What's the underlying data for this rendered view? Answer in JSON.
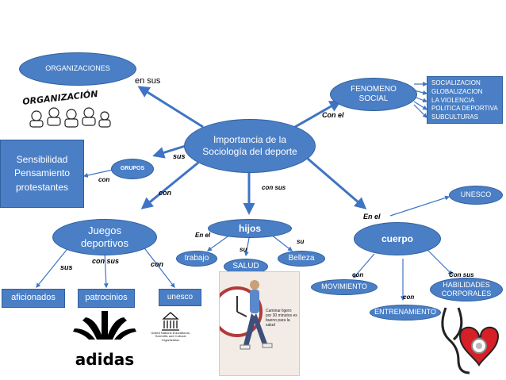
{
  "colors": {
    "node_fill": "#4a7fc6",
    "node_border": "#2f5f9e",
    "arrow": "#3f74c4"
  },
  "nodes": {
    "center": "Importancia de la Sociología del deporte",
    "organizaciones": "ORGANIZACIONES",
    "fenomeno": "FENOMENO SOCIAL",
    "sensibilidad": [
      "Sensibilidad",
      "Pensamiento",
      "protestantes"
    ],
    "grupos": "GRUPOS",
    "juegos": "Juegos deportivos",
    "hijos": "hijos",
    "cuerpo": "cuerpo",
    "unesco_right": "UNESCO",
    "aficionados": "aficionados",
    "patrocinios": "patrocinios",
    "unesco_small": "unesco",
    "trabajo": "trabajo",
    "salud": "SALUD",
    "belleza": "Belleza",
    "movimiento": "MOVIMIENTO",
    "entrenamiento": "ENTRENAMIENTO",
    "habilidades": "HABILIDADES CORPORALES"
  },
  "fenomeno_list": [
    "SOCIALIZACION",
    "GLOBALIZACION",
    "LA VIOLENCIA",
    "POLITICA DEPORTIVA",
    "SUBCULTURAS"
  ],
  "labels": {
    "en_sus": "en sus",
    "con_el": "Con el",
    "sus_center": "sus",
    "con_center": "con",
    "con_sus_center": "con sus",
    "con_left": "con",
    "en_el_right": "En el",
    "sus_juegos": "sus",
    "con_sus_juegos": "con sus",
    "con_juegos": "con",
    "en_el_hijos": "En el",
    "su_salud": "su",
    "su_belleza": "su",
    "con_mov": "con",
    "con_entr": "con",
    "con_sus_hab": "Con sus"
  },
  "images": {
    "organizacion_word": "ORGANIZACIÓN",
    "adidas_word": "adidas",
    "unesco_caption": "United Nations Educational, Scientific and Cultural Organization",
    "poster_caption": "Caminar ligero por 30 minutos es bueno para la salud"
  }
}
